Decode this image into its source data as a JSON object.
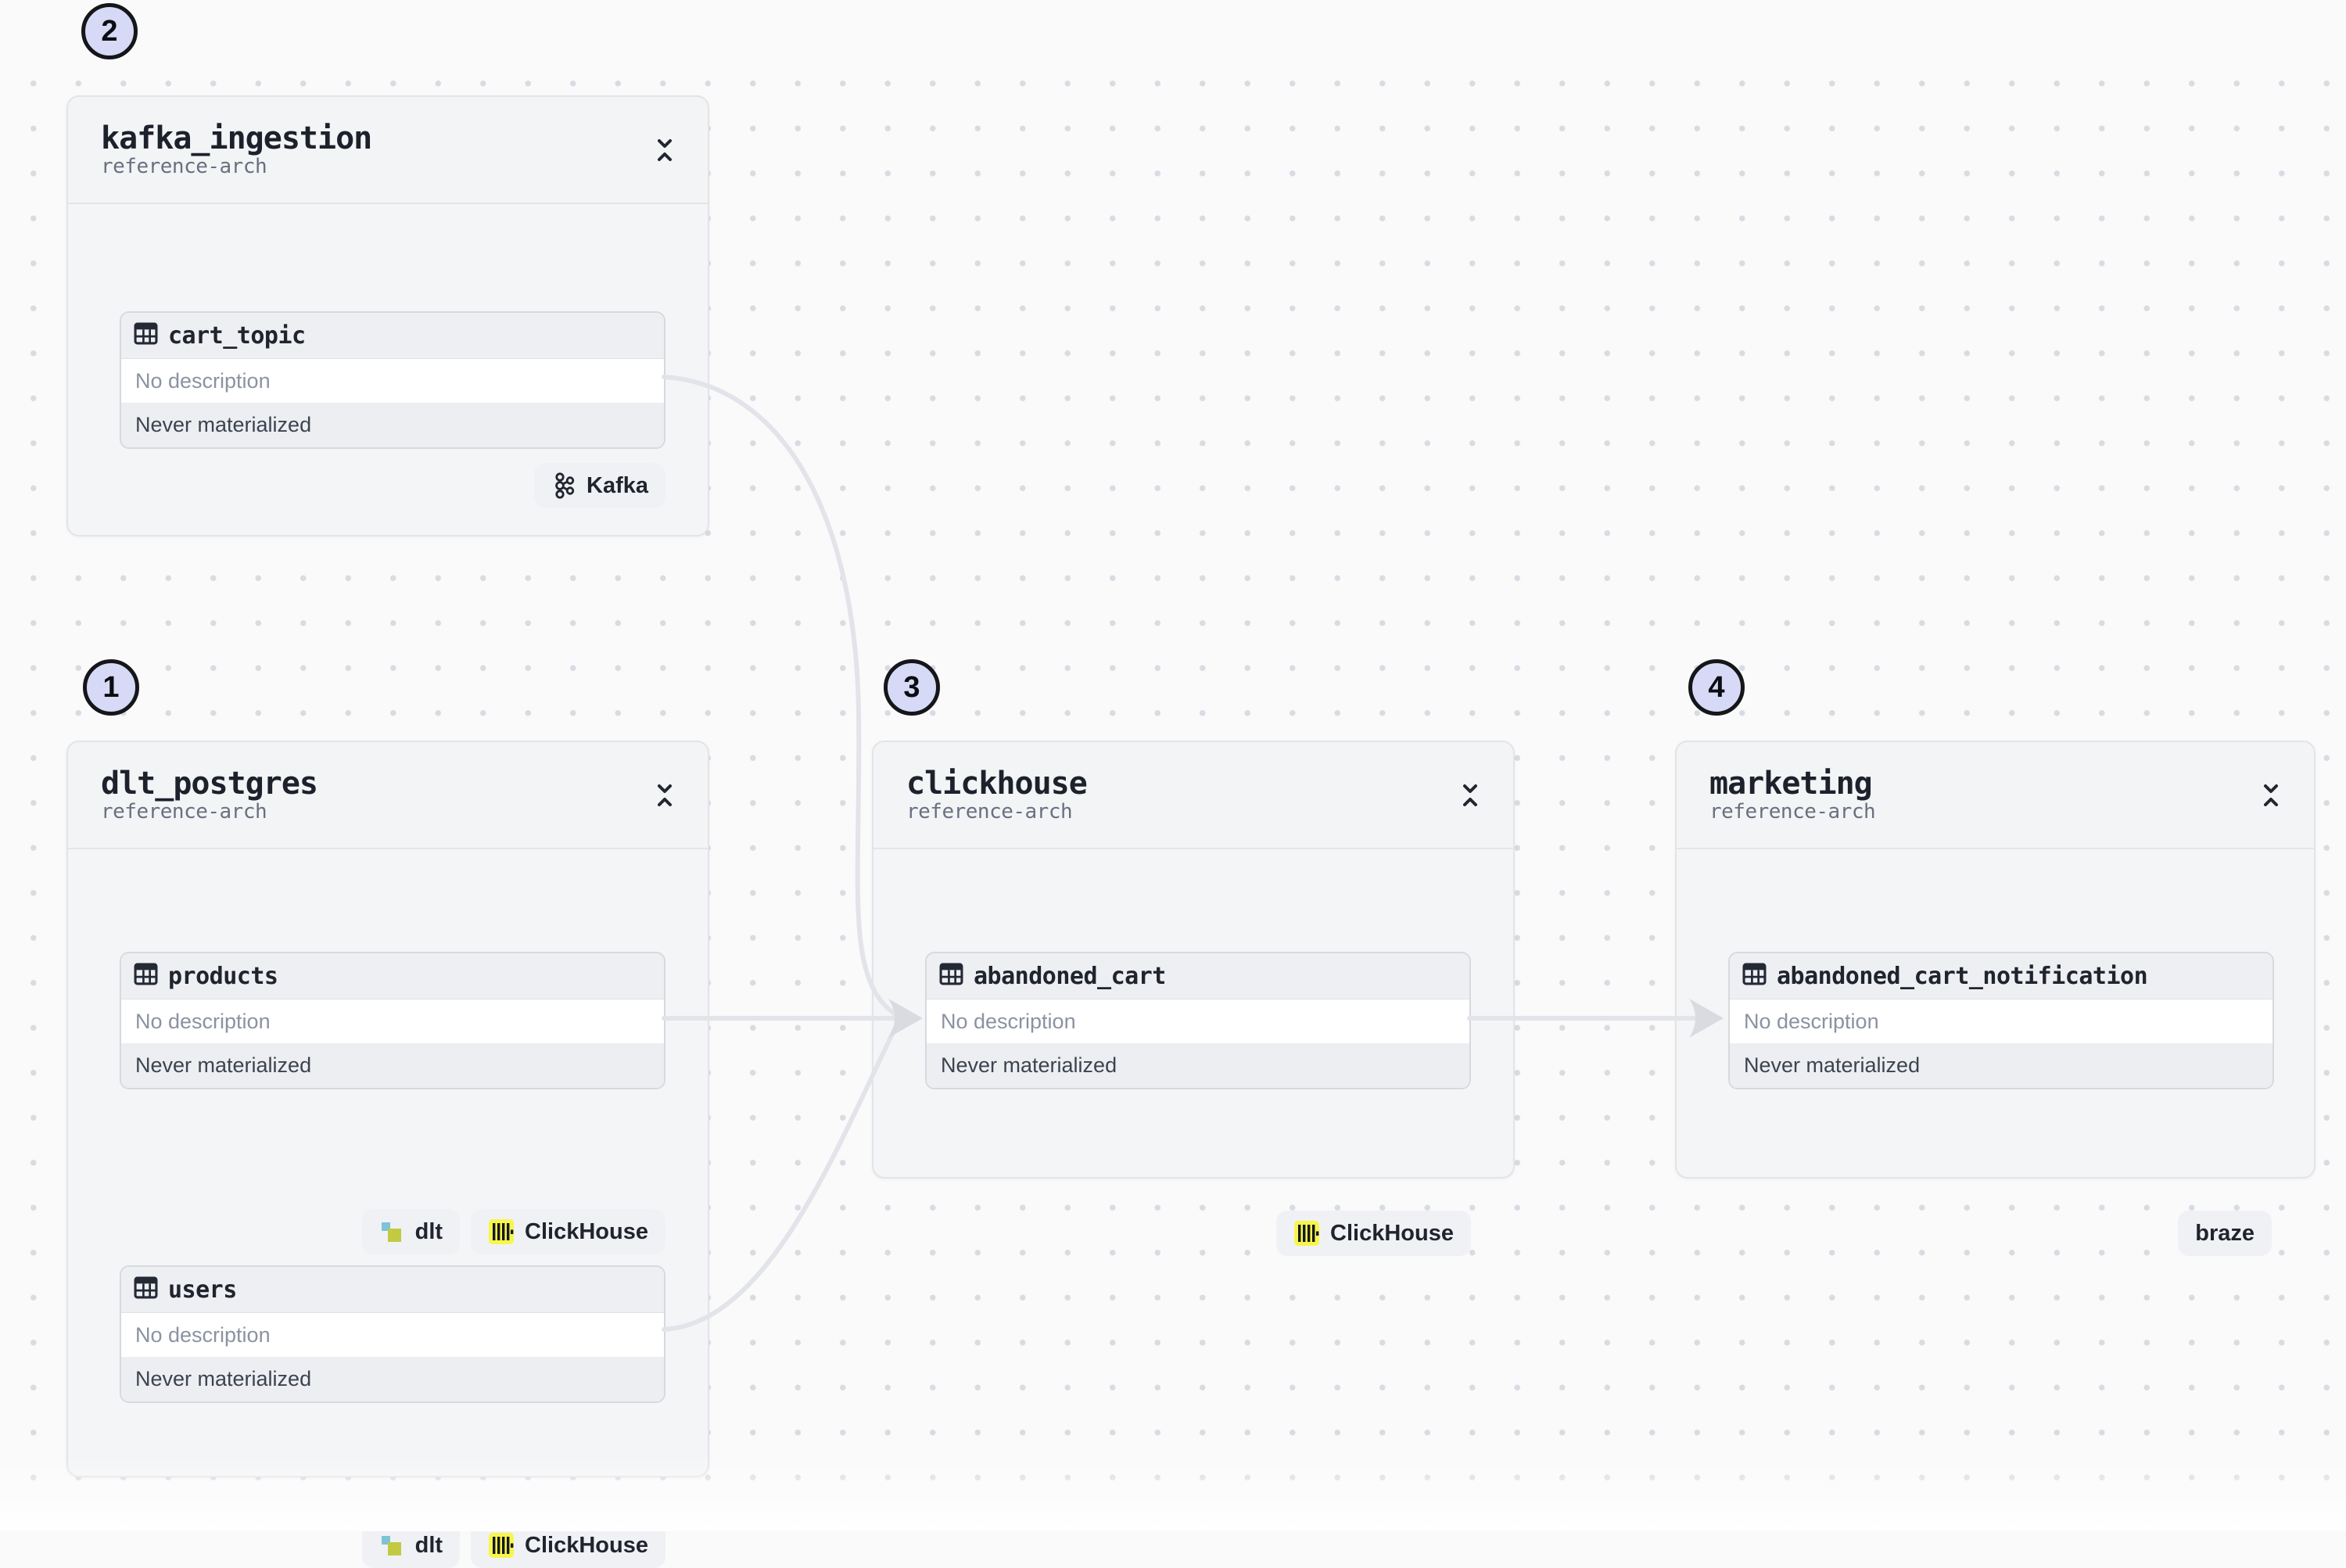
{
  "ui_colors": {
    "canvas_bg": "#fafafb",
    "dot_color": "#d9dbe2",
    "group_bg": "#f4f5f7",
    "group_border": "#e3e4e8",
    "asset_header_bg": "#edeff2",
    "asset_status_bg": "#eceef1",
    "edge_color": "#e2e4e9",
    "step_badge_bg": "#d6daf6",
    "clickhouse_yellow": "#f7f64c",
    "dlt_teal": "#7fc3d6",
    "dlt_green": "#c2ca41",
    "text_dark": "#20242e",
    "text_muted": "#8b92a1"
  },
  "groups": [
    {
      "step_number": "2",
      "title": "kafka_ingestion",
      "subtitle": "reference-arch",
      "assets": [
        {
          "name": "cart_topic",
          "description": "No description",
          "status": "Never materialized",
          "tags": [
            {
              "label": "Kafka",
              "icon": "kafka-icon"
            }
          ]
        }
      ]
    },
    {
      "step_number": "1",
      "title": "dlt_postgres",
      "subtitle": "reference-arch",
      "assets": [
        {
          "name": "products",
          "description": "No description",
          "status": "Never materialized",
          "tags": [
            {
              "label": "dlt",
              "icon": "dlt-icon"
            },
            {
              "label": "ClickHouse",
              "icon": "clickhouse-icon"
            }
          ]
        },
        {
          "name": "users",
          "description": "No description",
          "status": "Never materialized",
          "tags": [
            {
              "label": "dlt",
              "icon": "dlt-icon"
            },
            {
              "label": "ClickHouse",
              "icon": "clickhouse-icon"
            }
          ]
        }
      ]
    },
    {
      "step_number": "3",
      "title": "clickhouse",
      "subtitle": "reference-arch",
      "assets": [
        {
          "name": "abandoned_cart",
          "description": "No description",
          "status": "Never materialized",
          "tags": [
            {
              "label": "ClickHouse",
              "icon": "clickhouse-icon"
            }
          ]
        }
      ]
    },
    {
      "step_number": "4",
      "title": "marketing",
      "subtitle": "reference-arch",
      "assets": [
        {
          "name": "abandoned_cart_notification",
          "description": "No description",
          "status": "Never materialized",
          "tags": [
            {
              "label": "braze",
              "icon": null
            }
          ]
        }
      ]
    }
  ],
  "edges": [
    {
      "from": "cart_topic",
      "to": "abandoned_cart"
    },
    {
      "from": "products",
      "to": "abandoned_cart"
    },
    {
      "from": "users",
      "to": "abandoned_cart"
    },
    {
      "from": "abandoned_cart",
      "to": "abandoned_cart_notification"
    }
  ]
}
